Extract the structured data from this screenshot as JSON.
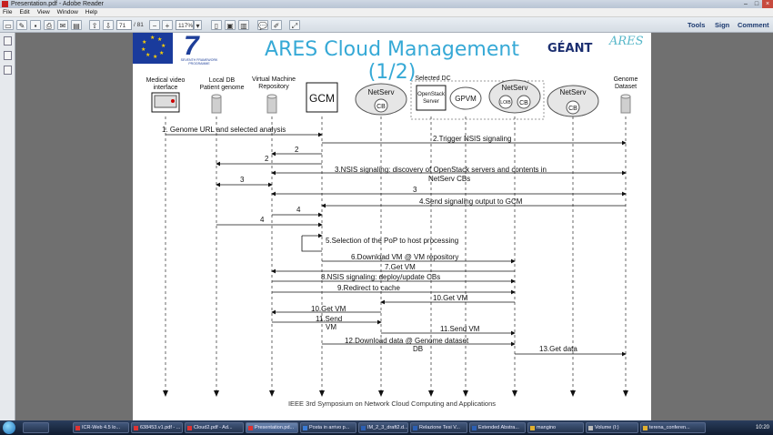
{
  "window": {
    "title": "Presentation.pdf - Adobe Reader"
  },
  "menu": {
    "items": [
      "File",
      "Edit",
      "View",
      "Window",
      "Help"
    ]
  },
  "toolbar": {
    "page_number": "71",
    "page_total": "/ 81",
    "zoom": "117%",
    "tools_label": "Tools",
    "sign_label": "Sign",
    "comment_label": "Comment"
  },
  "slide": {
    "title": "ARES Cloud Management (1/2)",
    "fp7_caption": "SEVENTH FRAMEWORK PROGRAMME",
    "geant_logo_text": "GÉANT",
    "ares_logo_text": "ARES",
    "footer": "IEEE 3rd Symposium on Network Cloud Computing and Applications"
  },
  "diagram": {
    "entities": [
      {
        "label": [
          "Medical video",
          "interface"
        ],
        "icon": "monitor-icon"
      },
      {
        "label": [
          "Local DB",
          "Patient genome"
        ],
        "icon": "database-icon"
      },
      {
        "label": [
          "Virtual Machine",
          "Repository"
        ],
        "icon": "database-icon"
      },
      {
        "label": [
          "GCM"
        ],
        "icon": "box"
      },
      {
        "label": [
          "NetServ"
        ],
        "sub": "CB",
        "icon": "ellipse"
      },
      {
        "label": [
          "OpenStack",
          "Server"
        ],
        "icon": "box-small"
      },
      {
        "label": [
          "GPVM"
        ],
        "icon": "ellipse-small"
      },
      {
        "label": [
          "NetServ"
        ],
        "sub": [
          "LOIB",
          "CB"
        ],
        "icon": "ellipse"
      },
      {
        "label": [
          "NetServ"
        ],
        "sub": "CB",
        "icon": "ellipse"
      },
      {
        "label": [
          "Genome",
          "Dataset"
        ],
        "icon": "database-icon"
      }
    ],
    "selected_dc_label": "Selected DC",
    "messages": [
      {
        "text": "1. Genome URL and selected analysis"
      },
      {
        "text": "2.Trigger NSIS signaling"
      },
      {
        "text": "2"
      },
      {
        "text": "2"
      },
      {
        "text": "3.NSIS signaling: discovery of OpenStack servers and contents in"
      },
      {
        "text": "NetServ CBs"
      },
      {
        "text": "3"
      },
      {
        "text": "3"
      },
      {
        "text": "4.Send signaling output to GCM"
      },
      {
        "text": "4"
      },
      {
        "text": "4"
      },
      {
        "text": "5.Selection of the PoP to host processing"
      },
      {
        "text": "6.Download VM @ VM repository"
      },
      {
        "text": "7.Get VM"
      },
      {
        "text": "8.NSIS signaling: deploy/update CBs"
      },
      {
        "text": "9.Redirect to cache"
      },
      {
        "text": "10.Get VM"
      },
      {
        "text": "10.Get VM"
      },
      {
        "text": "11.Send"
      },
      {
        "text": "VM"
      },
      {
        "text": "11.Send VM"
      },
      {
        "text": "12.Download data @ Genome dataset"
      },
      {
        "text": "DB"
      },
      {
        "text": "13.Get data"
      }
    ]
  },
  "taskbar": {
    "items": [
      "ICR-Web 4.5 lo...",
      "638453.v1.pdf - ...",
      "Cloud2.pdf - Ad...",
      "Presentation.pd...",
      "Posta in arrivo p...",
      "IM_2_3_draft2.d...",
      "Relazione Tesi V...",
      "Extended Abstra...",
      "mangino",
      "Volume (I:)",
      "terena_conferen..."
    ],
    "clock": "10:20"
  }
}
